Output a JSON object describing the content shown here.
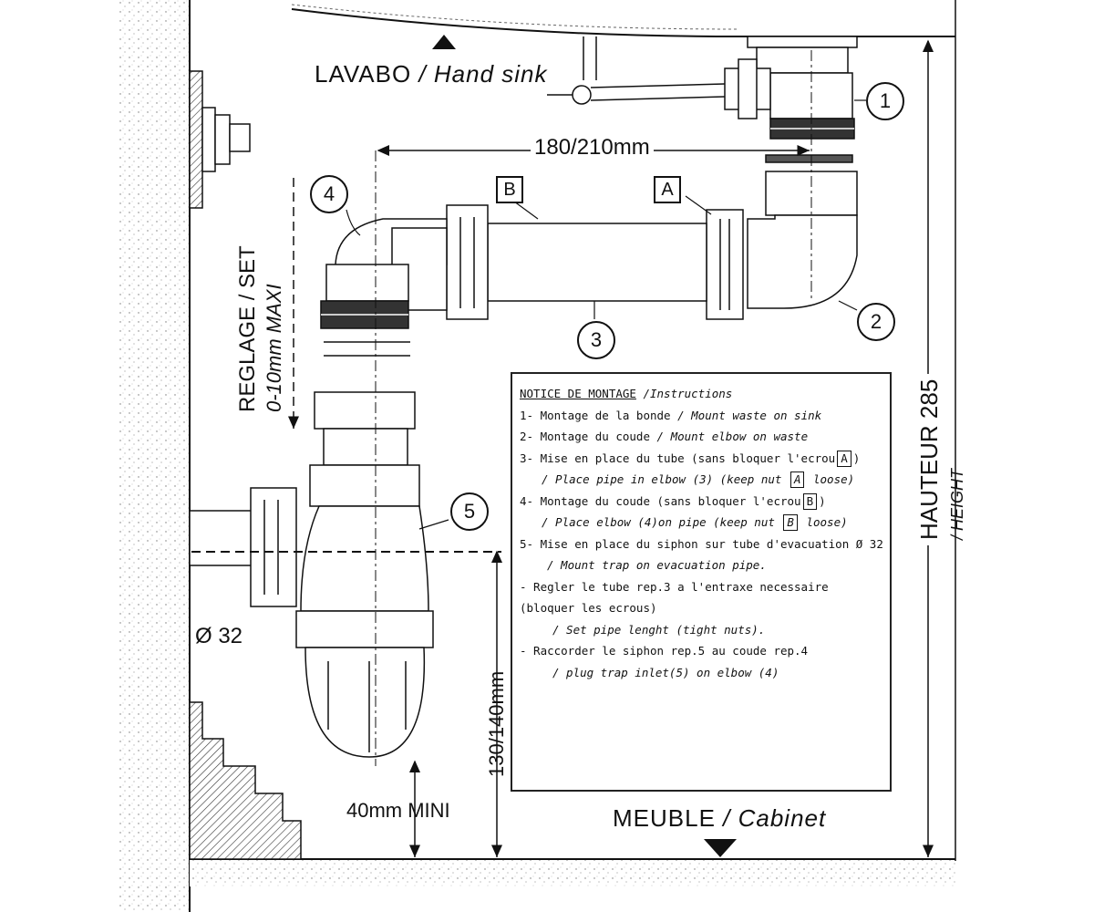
{
  "labels": {
    "lavabo": "LAVABO",
    "lavabo_en": "/ Hand sink",
    "meuble": "MEUBLE",
    "meuble_en": "/ Cabinet",
    "width_dim": "180/210mm",
    "reglage": "REGLAGE / SET",
    "reglage_range": "0-10mm MAXI",
    "hauteur": "HAUTEUR 285",
    "height_en": "/ HEIGHT",
    "diameter": "Ø 32",
    "height_dim": "130/140mm",
    "mini": "40mm MINI"
  },
  "callouts": [
    "1",
    "2",
    "3",
    "4",
    "5"
  ],
  "box_letters": [
    "A",
    "B"
  ],
  "notice": {
    "title": "NOTICE DE MONTAGE",
    "title_en": "/Instructions",
    "lines": [
      {
        "fr": "1- Montage de la bonde",
        "en": "/ Mount waste on sink"
      },
      {
        "fr": "2- Montage du coude",
        "en": "/ Mount elbow on waste"
      },
      {
        "fr": "3- Mise en place du tube (sans bloquer l'ecrou",
        "box": "A",
        "fr_end": ")"
      },
      {
        "en_line": "/ Place pipe in elbow (3) (keep nut",
        "box": "A",
        "en_end": "loose)"
      },
      {
        "fr": "4- Montage du coude (sans bloquer l'ecrou",
        "box": "B",
        "fr_end": ")"
      },
      {
        "en_line": "/ Place elbow (4)on pipe (keep nut",
        "box": "B",
        "en_end": "loose)"
      },
      {
        "fr": "5- Mise en place du siphon sur tube d'evacuation Ø 32"
      },
      {
        "en_line": "/ Mount trap on evacuation pipe."
      },
      {
        "fr": " - Regler le tube rep.3 a l'entraxe necessaire"
      },
      {
        "fr": "(bloquer les ecrous)"
      },
      {
        "en_line": "/ Set pipe lenght (tight nuts)."
      },
      {
        "fr": " - Raccorder le siphon rep.5 au coude rep.4"
      },
      {
        "en_line": "/ plug trap inlet(5) on elbow (4)"
      }
    ]
  }
}
